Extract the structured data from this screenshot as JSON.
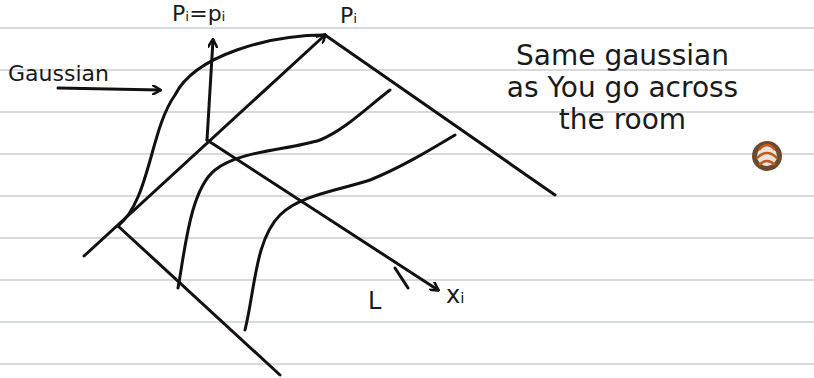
{
  "diagram": {
    "labels": [
      "Gaussian",
      "Pᵢ=pᵢ",
      "Pᵢ",
      "Same gaussian as You go across the room",
      "L",
      "xᵢ"
    ]
  }
}
